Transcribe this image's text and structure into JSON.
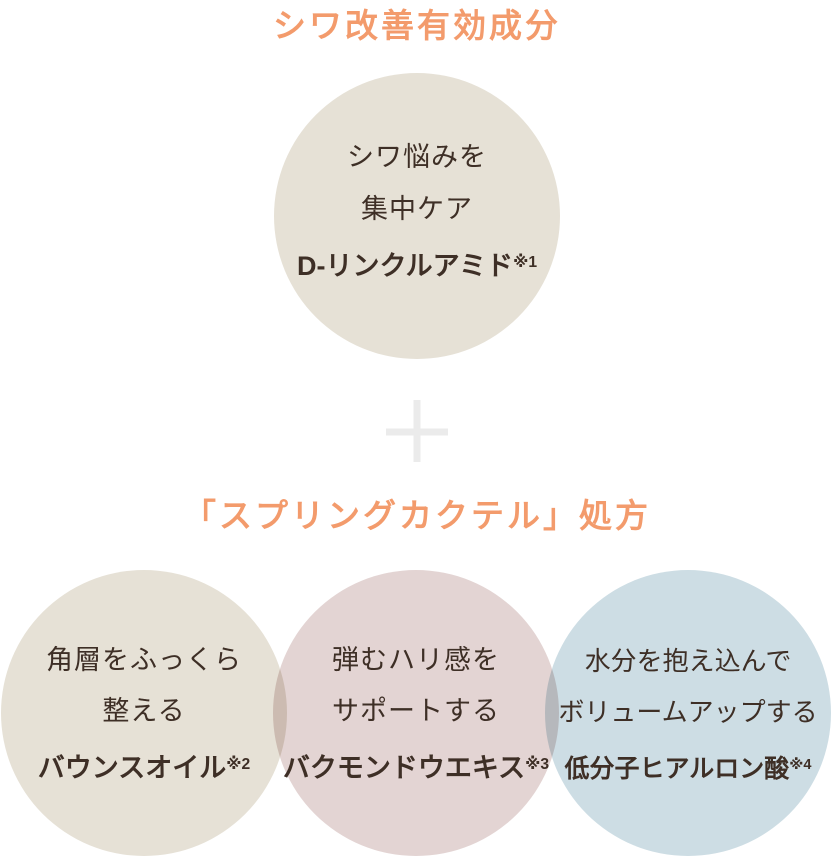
{
  "colors": {
    "background": "#FFFFFF",
    "accent_orange": "#F39B6C",
    "text_brown": "#3E2F26",
    "circle_beige": "#E6E1D6",
    "circle_pink": "#E3D4D3",
    "circle_blue": "#CDDDE4",
    "plus_gray": "#EBEBEB"
  },
  "header": {
    "title": "シワ改善有効成分"
  },
  "top_circle": {
    "line1": "シワ悩みを",
    "line2": "集中ケア",
    "ingredient": "D-リンクルアミド",
    "footnote": "※1"
  },
  "plus": {
    "symbol": "+"
  },
  "subheader": {
    "title": "「スプリングカクテル」処方"
  },
  "bottom_circles": [
    {
      "line1": "角層をふっくら",
      "line2": "整える",
      "ingredient": "バウンスオイル",
      "footnote": "※2"
    },
    {
      "line1": "弾むハリ感を",
      "line2": "サポートする",
      "ingredient": "バクモンドウエキス",
      "footnote": "※3"
    },
    {
      "line1": "水分を抱え込んで",
      "line2": "ボリュームアップする",
      "ingredient": "低分子ヒアルロン酸",
      "footnote": "※4"
    }
  ]
}
